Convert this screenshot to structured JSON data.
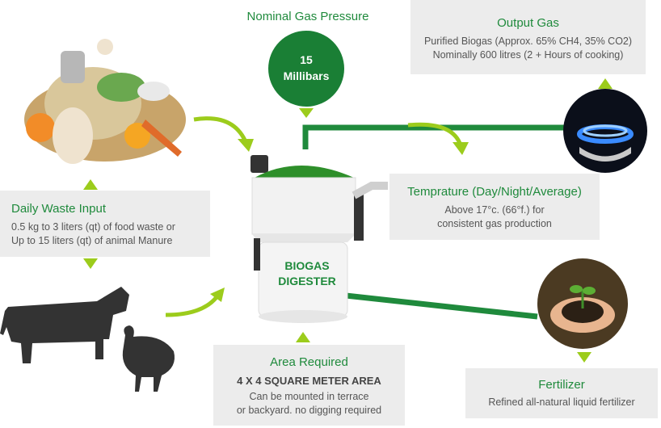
{
  "pressure": {
    "heading": "Nominal Gas Pressure",
    "value": "15",
    "unit": "Millibars"
  },
  "output_gas": {
    "title": "Output Gas",
    "line1": "Purified Biogas (Approx. 65% CH4, 35% CO2)",
    "line2": "Nominally 600 litres (2 + Hours of cooking)"
  },
  "daily_waste": {
    "title": "Daily Waste Input",
    "line1": "0.5 kg to 3 liters (qt) of food waste or",
    "line2": "Up to 15 liters (qt) of animal Manure"
  },
  "temperature": {
    "title": "Temprature (Day/Night/Average)",
    "line1": "Above 17°c. (66°f.) for",
    "line2": "consistent gas production"
  },
  "digester": {
    "line1": "BIOGAS",
    "line2": "DIGESTER"
  },
  "area": {
    "title": "Area Required",
    "subtitle": "4 X 4 SQUARE METER AREA",
    "line1": "Can be mounted in terrace",
    "line2": "or backyard. no digging required"
  },
  "fertilizer": {
    "title": "Fertilizer",
    "line1": "Refined all-natural liquid fertilizer"
  },
  "colors": {
    "green": "#1a7f35",
    "accent_green": "#9ccc1c",
    "box_bg": "#ececec",
    "text": "#555555"
  }
}
